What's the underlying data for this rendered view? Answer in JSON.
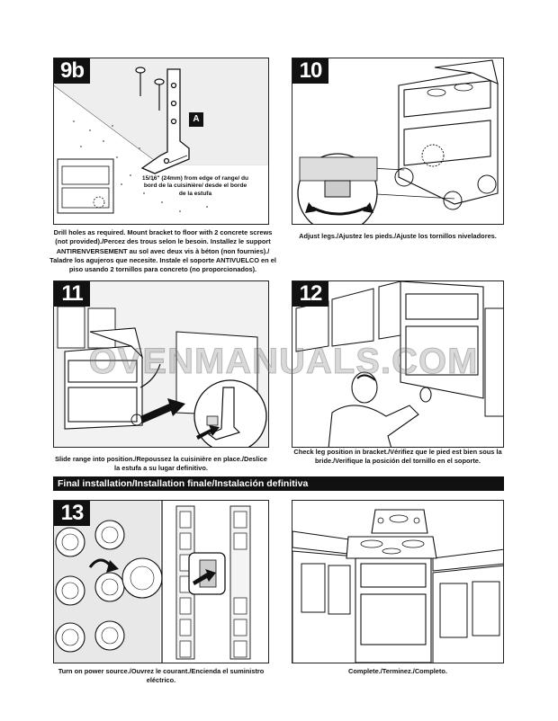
{
  "steps": {
    "s9b": {
      "number": "9b",
      "caption": "Drill holes as required. Mount bracket to floor with 2 concrete screws (not provided)./Percez des trous selon le besoin. Installez le support ANTIRENVERSEMENT au sol avec deux vis à béton (non fournies)./ Taladre los agujeros que necesite. Instale el soporte ANTIVUELCO en el piso usando 2 tornillos para concreto (no proporcionados).",
      "callout": "A",
      "dimension": "15/16\" (24mm) from edge of range/ du bord de la cuisinière/ desde el borde de la estufa"
    },
    "s10": {
      "number": "10",
      "caption": "Adjust legs./Ajustez les pieds./Ajuste los tornillos niveladores."
    },
    "s11": {
      "number": "11",
      "caption": "Slide range into position./Repoussez la cuisinière en place./Deslice la estufa a su lugar definitivo."
    },
    "s12": {
      "number": "12",
      "caption": "Check leg position in bracket./Vérifiez que le pied est bien sous la bride./Verifique la posición del tornillo en el soporte."
    },
    "s13": {
      "number": "13",
      "caption": "Turn on power source./Ouvrez le courant./Encienda el suministro eléctrico."
    },
    "complete": {
      "caption": "Complete./Terminez./Completo."
    }
  },
  "section_title": "Final installation/Installation finale/Instalación definitiva",
  "watermark": "OVENMANUALS.COM"
}
